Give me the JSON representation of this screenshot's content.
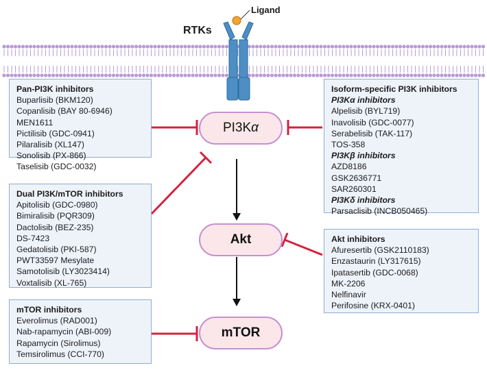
{
  "labels": {
    "ligand": "Ligand",
    "rtks": "RTKs"
  },
  "nodes": {
    "pi3k_prefix": "PI3K",
    "pi3k_suffix": "α",
    "akt": "Akt",
    "mtor": "mTOR"
  },
  "boxes": {
    "pan_pi3k": {
      "title": "Pan-PI3K inhibitors",
      "items": [
        "Buparlisib (BKM120)",
        "Copanlisib (BAY 80-6946)",
        "MEN1611",
        "Pictilisib (GDC-0941)",
        "Pilaralisib (XL147)",
        "Sonolisib (PX-866)",
        "Taselisib (GDC-0032)"
      ]
    },
    "dual": {
      "title": "Dual PI3K/mTOR inhibitors",
      "items": [
        "Apitolisib (GDC-0980)",
        "Bimiralisib (PQR309)",
        "Dactolisib (BEZ-235)",
        "DS-7423",
        "Gedatolisib (PKI-587)",
        "PWT33597 Mesylate",
        "Samotolisib (LY3023414)",
        "Voxtalisib (XL-765)"
      ]
    },
    "mtor_inh": {
      "title": "mTOR inhibitors",
      "items": [
        "Everolimus (RAD001)",
        "Nab-rapamycin (ABI-009)",
        "Rapamycin (Sirolimus)",
        "Temsirolimus (CCI-770)"
      ]
    },
    "isoform": {
      "title": "Isoform-specific PI3K inhibitors",
      "alpha": {
        "title": "PI3Kα inhibitors",
        "items": [
          "Alpelisib (BYL719)",
          "Inavolisib (GDC-0077)",
          "Serabelisib (TAK-117)",
          "TOS-358"
        ]
      },
      "beta": {
        "title": "PI3Kβ inhibitors",
        "items": [
          "AZD8186",
          "GSK2636771",
          "SAR260301"
        ]
      },
      "delta": {
        "title": "PI3Kδ inhibitors",
        "items": [
          "Parsaclisib (INCB050465)"
        ]
      }
    },
    "akt_inh": {
      "title": "Akt inhibitors",
      "items": [
        "Afuresertib (GSK2110183)",
        "Enzastaurin (LY317615)",
        "Ipatasertib (GDC-0068)",
        "MK-2206",
        "Nelfinavir",
        "Perifosine (KRX-0401)"
      ]
    }
  },
  "colors": {
    "membrane": "#b99ad8",
    "receptor": "#4d8fc4",
    "ligand": "#f0a530",
    "inhibit": "#d4213d",
    "node_fill": "#fbe7ea",
    "node_border": "#c78fd0",
    "box_fill": "#eef3fa",
    "box_border": "#8eacd0"
  }
}
